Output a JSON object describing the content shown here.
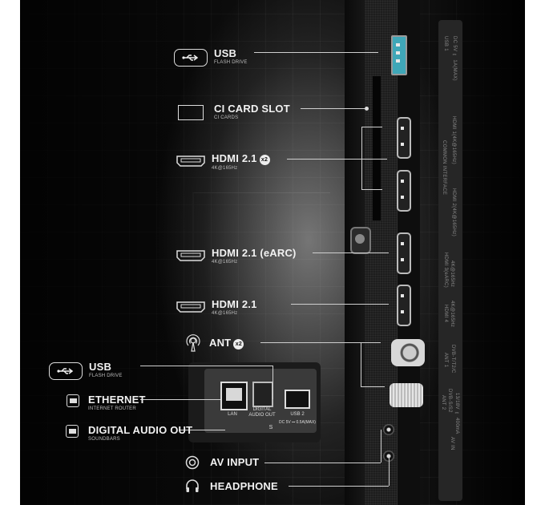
{
  "image": {
    "subject": "TV rear connection panel infographic",
    "background_color": "#111111",
    "accent_color": "#3fa7b8"
  },
  "callouts": [
    {
      "id": "usb-top",
      "icon": "usb-icon",
      "title": "USB",
      "subtitle": "FLASH DRIVE"
    },
    {
      "id": "ci-card-slot",
      "icon": "card-slot-icon",
      "title": "CI CARD SLOT",
      "subtitle": "CI CARDS"
    },
    {
      "id": "hdmi-x2",
      "icon": "hdmi-icon",
      "title": "HDMI 2.1",
      "badge": "x2",
      "subtitle": "4K@165Hz"
    },
    {
      "id": "hdmi-earc",
      "icon": "hdmi-icon",
      "title": "HDMI 2.1 (eARC)",
      "subtitle": "4K@165Hz"
    },
    {
      "id": "hdmi-single",
      "icon": "hdmi-icon",
      "title": "HDMI 2.1",
      "subtitle": "4K@165Hz"
    },
    {
      "id": "ant",
      "icon": "antenna-icon",
      "title": "ANT",
      "badge": "x2"
    },
    {
      "id": "usb-bottom",
      "icon": "usb-icon",
      "title": "USB",
      "subtitle": "FLASH DRIVE"
    },
    {
      "id": "ethernet",
      "icon": "ethernet-icon",
      "title": "ETHERNET",
      "subtitle": "INTERNET ROUTER"
    },
    {
      "id": "digital-audio",
      "icon": "optical-audio-icon",
      "title": "DIGITAL AUDIO OUT",
      "subtitle": "SOUNDBARS"
    },
    {
      "id": "av-input",
      "icon": "av-input-icon",
      "title": "AV INPUT"
    },
    {
      "id": "headphone",
      "icon": "headphone-icon",
      "title": "HEADPHONE"
    }
  ],
  "panel_labels": {
    "lan": "LAN",
    "digital_audio_out": "DIGITAL AUDIO OUT",
    "usb2": "USB 2",
    "usb2_power": "DC 5V ⎓ 0.5A(MAX)",
    "s_mark": "S"
  },
  "strip_labels": {
    "usb1": "USB 1",
    "usb1_power": "DC 5V ⎓ 1A(MAX)",
    "hdmi1": "HDMI 1(4K@165Hz)",
    "common_interface": "COMMON INTERFACE",
    "hdmi2": "HDMI 2(4K@165Hz)",
    "hdmi3": "HDMI 3(eARC)",
    "hdmi3_spec": "4K@165Hz",
    "hdmi4": "HDMI 4",
    "hdmi4_spec": "4K@165Hz",
    "ant1": "ANT 1",
    "ant1_spec": "DVB-T/T2/C",
    "ant2": "ANT 2",
    "ant2_spec": "DVB-S/S2",
    "ant2_power": "13/18V ⎓ 400mA",
    "av_in": "AV IN"
  }
}
